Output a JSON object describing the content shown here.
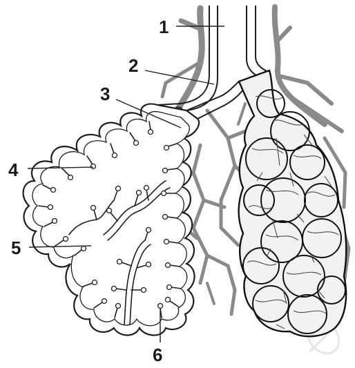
{
  "labels": [
    {
      "id": "1",
      "text": "1"
    },
    {
      "id": "2",
      "text": "2"
    },
    {
      "id": "3",
      "text": "3"
    },
    {
      "id": "4",
      "text": "4"
    },
    {
      "id": "5",
      "text": "5"
    },
    {
      "id": "6",
      "text": "6"
    }
  ],
  "colors": {
    "outline": "#1c1c1c",
    "vessels": "#8a8a8a",
    "background": "#ffffff"
  }
}
